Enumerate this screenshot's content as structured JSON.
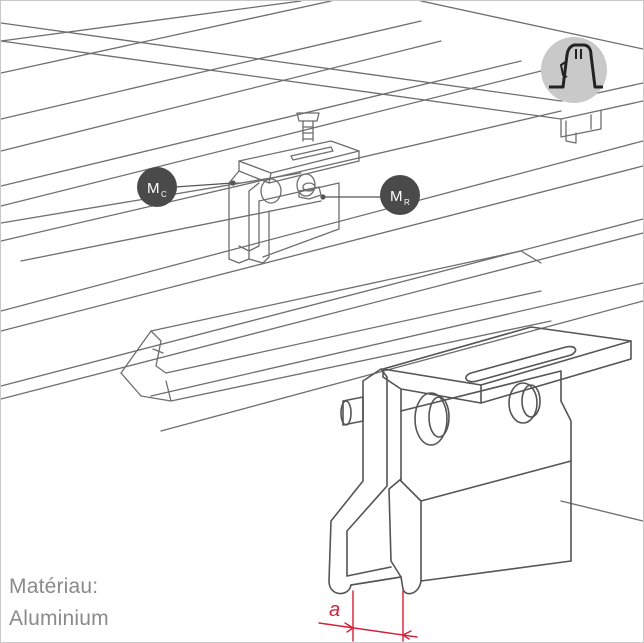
{
  "badges": {
    "mc": {
      "main": "M",
      "sub": "C"
    },
    "mr": {
      "main": "M",
      "sub": "R"
    }
  },
  "dimension": {
    "label": "a"
  },
  "material": {
    "line1": "Matériau:",
    "line2": "Aluminium"
  },
  "colors": {
    "line": "#555555",
    "badge_fill": "#4a4a4a",
    "accent_red": "#d6203a",
    "text_gray": "#8a8a8a",
    "profile_circle": "#c9c9c9"
  },
  "icons": {
    "profile": "trapezoidal-profile-icon"
  }
}
